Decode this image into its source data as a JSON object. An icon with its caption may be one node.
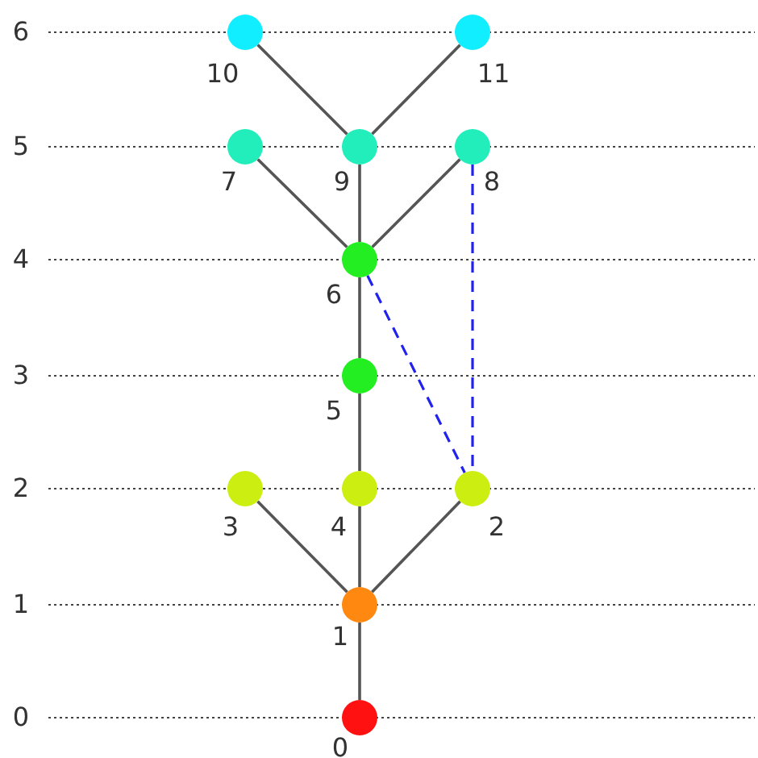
{
  "diagram": {
    "nodes": [
      {
        "text": [],
        "shape": "circle",
        "beside": [
          "10"
        ]
      },
      {
        "text": [],
        "shape": "circle",
        "beside": [
          "11"
        ]
      },
      {
        "text": [],
        "shape": "circle",
        "beside": [
          "7"
        ]
      },
      {
        "text": [],
        "shape": "circle",
        "beside": [
          "9"
        ]
      },
      {
        "text": [],
        "shape": "circle",
        "beside": [
          "8"
        ]
      },
      {
        "text": [],
        "shape": "circle",
        "beside": [
          "6"
        ]
      },
      {
        "text": [],
        "shape": "circle",
        "beside": [
          "5"
        ]
      },
      {
        "text": [],
        "shape": "circle",
        "beside": [
          "3"
        ]
      },
      {
        "text": [],
        "shape": "circle",
        "beside": [
          "4"
        ]
      },
      {
        "text": [],
        "shape": "circle",
        "beside": [
          "2"
        ]
      },
      {
        "text": [],
        "shape": "circle",
        "beside": [
          "1"
        ]
      },
      {
        "text": [],
        "shape": "circle",
        "beside": [
          "0"
        ]
      }
    ],
    "edges": [
      {
        "from": 10,
        "to": 11,
        "arrow": "none"
      },
      {
        "from": 10,
        "to": 7,
        "arrow": "none"
      },
      {
        "from": 10,
        "to": 8,
        "arrow": "none"
      },
      {
        "from": 10,
        "to": 9,
        "arrow": "none"
      },
      {
        "from": 8,
        "to": 6,
        "arrow": "none"
      },
      {
        "from": 6,
        "to": 5,
        "arrow": "none"
      },
      {
        "from": 5,
        "to": 2,
        "arrow": "none"
      },
      {
        "from": 5,
        "to": 3,
        "arrow": "none"
      },
      {
        "from": 5,
        "to": 4,
        "arrow": "none"
      },
      {
        "from": 3,
        "to": 0,
        "arrow": "none"
      },
      {
        "from": 3,
        "to": 1,
        "arrow": "none"
      },
      {
        "from": 5,
        "to": 9,
        "arrow": "none",
        "style": "dashed",
        "color": "#2222ee"
      },
      {
        "from": 4,
        "to": 9,
        "arrow": "none",
        "style": "dashed",
        "color": "#2222ee"
      }
    ],
    "labels": [
      "6",
      "5",
      "4",
      "3",
      "2",
      "1",
      "0"
    ]
  }
}
